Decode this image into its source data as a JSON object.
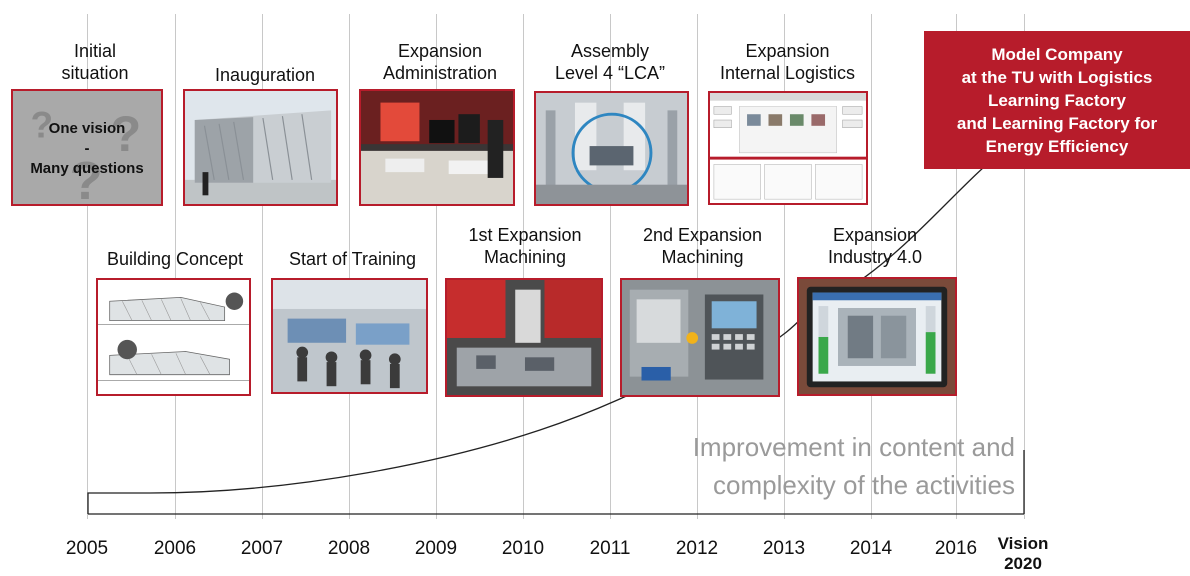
{
  "years": [
    "2005",
    "2006",
    "2007",
    "2008",
    "2009",
    "2010",
    "2011",
    "2012",
    "2013",
    "2014",
    "2016"
  ],
  "vision_year": {
    "line1": "Vision",
    "line2": "2020"
  },
  "milestones_top": {
    "initial": {
      "line1": "Initial",
      "line2": "situation"
    },
    "inauguration": "Inauguration",
    "exp_admin": {
      "line1": "Expansion",
      "line2": "Administration"
    },
    "assembly": {
      "line1": "Assembly",
      "line2": "Level 4 “LCA”"
    },
    "exp_logistics": {
      "line1": "Expansion",
      "line2": "Internal Logistics"
    }
  },
  "milestones_bottom": {
    "building": "Building Concept",
    "training": "Start of Training",
    "exp1": {
      "line1": "1st Expansion",
      "line2": "Machining"
    },
    "exp2": {
      "line1": "2nd Expansion",
      "line2": "Machining"
    },
    "industry": {
      "line1": "Expansion",
      "line2": "Industry 4.0"
    }
  },
  "initial_box": {
    "line1": "One vision",
    "line2": "-",
    "line3": "Many questions"
  },
  "vision_box": {
    "line1": "Model Company",
    "line2": "at the TU with Logistics",
    "line3": "Learning Factory",
    "line4": "and Learning Factory for",
    "line5": "Energy Efficiency"
  },
  "improvement": {
    "line1": "Improvement in content and",
    "line2": "complexity of the activities"
  },
  "colors": {
    "accent": "#b71c2b",
    "grid": "#c8c8c8",
    "curve": "#222222",
    "muted_text": "#9a9a9a"
  }
}
